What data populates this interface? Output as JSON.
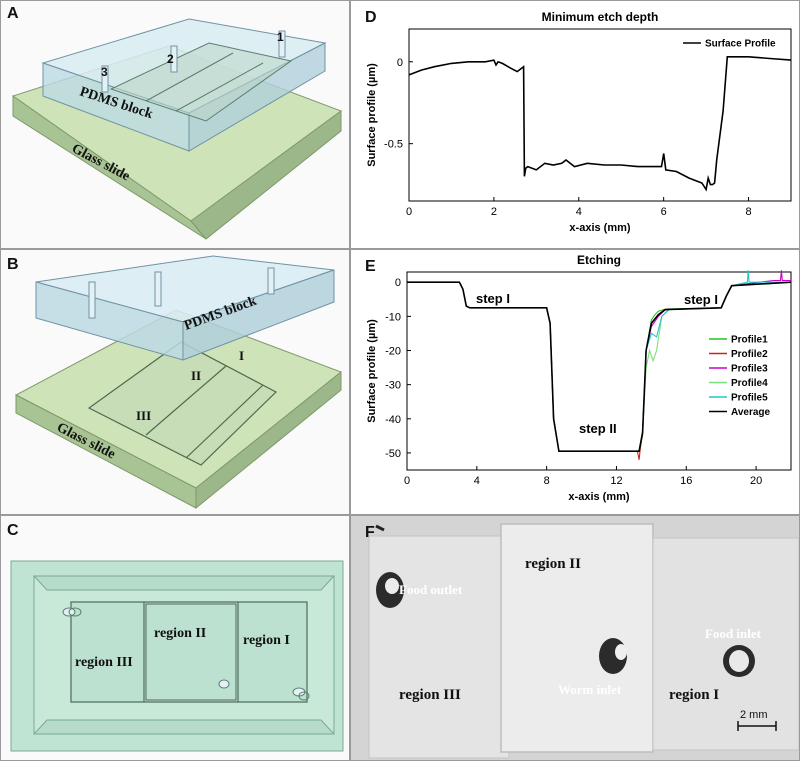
{
  "panels": {
    "a": {
      "label": "A",
      "pdms": "PDMS block",
      "glass": "Glass slide",
      "ports": [
        "1",
        "2",
        "3"
      ]
    },
    "b": {
      "label": "B",
      "pdms": "PDMS block",
      "glass": "Glass slide",
      "regions": [
        "I",
        "II",
        "III"
      ]
    },
    "c": {
      "label": "C",
      "regions": [
        "region II",
        "region I",
        "region III"
      ]
    },
    "d": {
      "label": "D",
      "title": "Minimum etch depth",
      "legend": "Surface Profile"
    },
    "e": {
      "label": "E",
      "title": "Etching",
      "annotations": [
        "step I",
        "step I",
        "step II"
      ]
    },
    "f": {
      "label": "F",
      "texts": [
        "region II",
        "Food outlet",
        "Food inlet",
        "region III",
        "Worm inlet",
        "region I"
      ],
      "scale": "2 mm"
    }
  },
  "chart_data": [
    {
      "type": "line",
      "title": "Minimum etch depth",
      "xlabel": "x-axis (mm)",
      "ylabel": "Surface profile (µm)",
      "xlim": [
        0,
        9
      ],
      "ylim": [
        -0.85,
        0.2
      ],
      "xticks": [
        0,
        2,
        4,
        6,
        8
      ],
      "yticks": [
        0,
        -0.5
      ],
      "legend_position": "top-right",
      "series": [
        {
          "name": "Surface Profile",
          "color": "#000000",
          "x": [
            0,
            0.1,
            0.3,
            0.6,
            1.0,
            1.4,
            1.8,
            2.0,
            2.05,
            2.1,
            2.2,
            2.4,
            2.55,
            2.7,
            2.72,
            2.75,
            2.8,
            3.0,
            3.2,
            3.4,
            3.6,
            3.7,
            3.9,
            4.2,
            4.6,
            5.0,
            5.4,
            5.8,
            5.95,
            6.0,
            6.05,
            6.3,
            6.6,
            6.9,
            7.0,
            7.05,
            7.1,
            7.15,
            7.2,
            7.25,
            7.4,
            7.5,
            8.0,
            8.5,
            9.0
          ],
          "y": [
            -0.08,
            -0.07,
            -0.05,
            -0.03,
            -0.01,
            0.0,
            0.0,
            0.01,
            -0.02,
            0.0,
            -0.01,
            -0.04,
            -0.06,
            -0.03,
            -0.7,
            -0.65,
            -0.64,
            -0.66,
            -0.62,
            -0.63,
            -0.62,
            -0.6,
            -0.64,
            -0.62,
            -0.63,
            -0.63,
            -0.64,
            -0.64,
            -0.64,
            -0.56,
            -0.66,
            -0.67,
            -0.71,
            -0.74,
            -0.78,
            -0.71,
            -0.75,
            -0.75,
            -0.74,
            -0.6,
            -0.3,
            0.03,
            0.03,
            0.02,
            0.01
          ]
        }
      ]
    },
    {
      "type": "line",
      "title": "Etching",
      "xlabel": "x-axis (mm)",
      "ylabel": "Surface profile (µm)",
      "xlim": [
        0,
        22
      ],
      "ylim": [
        -55,
        3
      ],
      "xticks": [
        0,
        4,
        8,
        12,
        16,
        20
      ],
      "yticks": [
        0,
        -10,
        -20,
        -30,
        -40,
        -50
      ],
      "legend_position": "right",
      "series": [
        {
          "name": "Profile1",
          "color": "#22c522",
          "x": [
            0,
            3.0,
            3.2,
            3.4,
            3.6,
            8.0,
            8.2,
            8.4,
            8.7,
            13.3,
            13.5,
            13.7,
            14.0,
            14.2,
            14.4,
            14.7,
            15.0,
            18.0,
            18.3,
            18.6,
            22
          ],
          "y": [
            0,
            0,
            -2,
            -7,
            -7.5,
            -7.5,
            -12,
            -40,
            -49.5,
            -49.5,
            -45,
            -20,
            -11,
            -9.5,
            -8.5,
            -8,
            -7.8,
            -7.5,
            -4,
            -1,
            0
          ]
        },
        {
          "name": "Profile2",
          "color": "#d62020",
          "x": [
            0,
            3.0,
            3.2,
            3.4,
            3.6,
            8.0,
            8.2,
            8.4,
            8.7,
            13.2,
            13.3,
            13.35,
            13.5,
            13.7,
            14.0,
            14.4,
            14.8,
            18.0,
            18.3,
            18.6,
            22
          ],
          "y": [
            0,
            0,
            -2,
            -7,
            -7.5,
            -7.5,
            -12,
            -40,
            -49.5,
            -49.5,
            -52,
            -49.5,
            -44,
            -20,
            -12,
            -9.5,
            -8,
            -7.5,
            -4,
            -1,
            0
          ]
        },
        {
          "name": "Profile3",
          "color": "#c800c8",
          "x": [
            0,
            3.0,
            3.2,
            3.4,
            3.6,
            8.0,
            8.2,
            8.4,
            8.7,
            13.3,
            13.5,
            13.7,
            14.0,
            14.4,
            14.8,
            18.0,
            18.3,
            18.6,
            21.0,
            21.4,
            21.45,
            21.5,
            22
          ],
          "y": [
            0,
            0,
            -2,
            -7,
            -7.5,
            -7.5,
            -12,
            -40,
            -49.5,
            -49.5,
            -44,
            -20,
            -13,
            -10,
            -8,
            -7.5,
            -4,
            -1,
            0.5,
            0.5,
            3.5,
            0.5,
            0.5
          ]
        },
        {
          "name": "Profile4",
          "color": "#7ce07c",
          "x": [
            0,
            3.0,
            3.2,
            3.4,
            3.6,
            8.0,
            8.2,
            8.4,
            8.7,
            13.3,
            13.5,
            13.7,
            13.9,
            14.1,
            14.3,
            14.6,
            15.0,
            18.0,
            18.3,
            18.6,
            22
          ],
          "y": [
            0,
            0,
            -2,
            -7,
            -7.5,
            -7.5,
            -12,
            -40,
            -49.5,
            -49.5,
            -44,
            -25,
            -20,
            -23,
            -20,
            -10,
            -8,
            -7.5,
            -4,
            -1,
            0
          ]
        },
        {
          "name": "Profile5",
          "color": "#1ec8c8",
          "x": [
            0,
            3.0,
            3.2,
            3.4,
            3.6,
            8.0,
            8.2,
            8.4,
            8.7,
            13.3,
            13.5,
            13.7,
            14.0,
            14.3,
            14.6,
            15.0,
            18.0,
            18.3,
            18.6,
            19.5,
            19.55,
            19.6,
            22
          ],
          "y": [
            0,
            0,
            -2,
            -7,
            -7.5,
            -7.5,
            -12,
            -40,
            -49.5,
            -49.5,
            -44,
            -20,
            -15,
            -16,
            -10,
            -8,
            -7.5,
            -4,
            -1,
            0,
            3.5,
            0,
            0
          ]
        },
        {
          "name": "Average",
          "color": "#000000",
          "x": [
            0,
            3.0,
            3.2,
            3.4,
            3.6,
            8.0,
            8.2,
            8.4,
            8.7,
            13.3,
            13.5,
            13.7,
            14.0,
            14.4,
            14.8,
            18.0,
            18.3,
            18.6,
            22
          ],
          "y": [
            0,
            0,
            -2,
            -7,
            -7.5,
            -7.5,
            -12,
            -40,
            -49.5,
            -49.5,
            -44,
            -20,
            -12,
            -9.5,
            -8,
            -7.5,
            -4,
            -1,
            0
          ]
        }
      ]
    }
  ]
}
